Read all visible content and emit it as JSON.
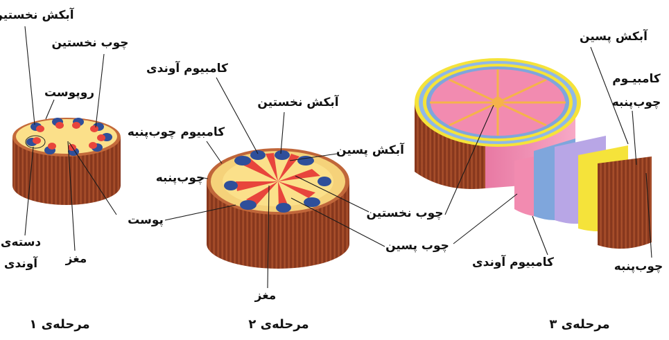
{
  "stage1": {
    "title": "مرحله‌ی ۱",
    "labels": {
      "primary_phloem": "آبکش نخستین",
      "primary_xylem": "چوب نخستین",
      "epidermis": "روپوست",
      "vascular_bundle_line1": "دسته‌ی",
      "vascular_bundle_line2": "آوندی",
      "pith": "مغز"
    }
  },
  "stage2": {
    "title": "مرحله‌ی ۲",
    "labels": {
      "vascular_cambium": "کامبیوم آوندی",
      "primary_phloem": "آبکش نخستین",
      "cork_cambium": "کامبیوم چوب‌پنبه",
      "secondary_phloem": "آبکش پسین",
      "cork": "چوب‌پنبه",
      "cortex": "پوست",
      "primary_xylem": "چوب نخستین",
      "secondary_xylem": "چوب پسین",
      "pith": "مغز"
    }
  },
  "stage3": {
    "title": "مرحله‌ی ۳",
    "labels": {
      "secondary_phloem": "آبکش پسین",
      "cork_cambium_line1": "کامبیـوم",
      "cork_cambium_line2": "چوب‌پنبه",
      "cork": "چوب‌پنبه",
      "vascular_cambium": "کامبیوم آوندی"
    }
  },
  "colors": {
    "bark": "#a0462a",
    "bark_dark": "#7a2e18",
    "pith": "#fbe08a",
    "xylem": "#e8453c",
    "phloem": "#2f4f9a",
    "wood_pink": "#f28bb0",
    "yellow_band": "#f5e33a",
    "blue_band": "#8fb8e8"
  }
}
